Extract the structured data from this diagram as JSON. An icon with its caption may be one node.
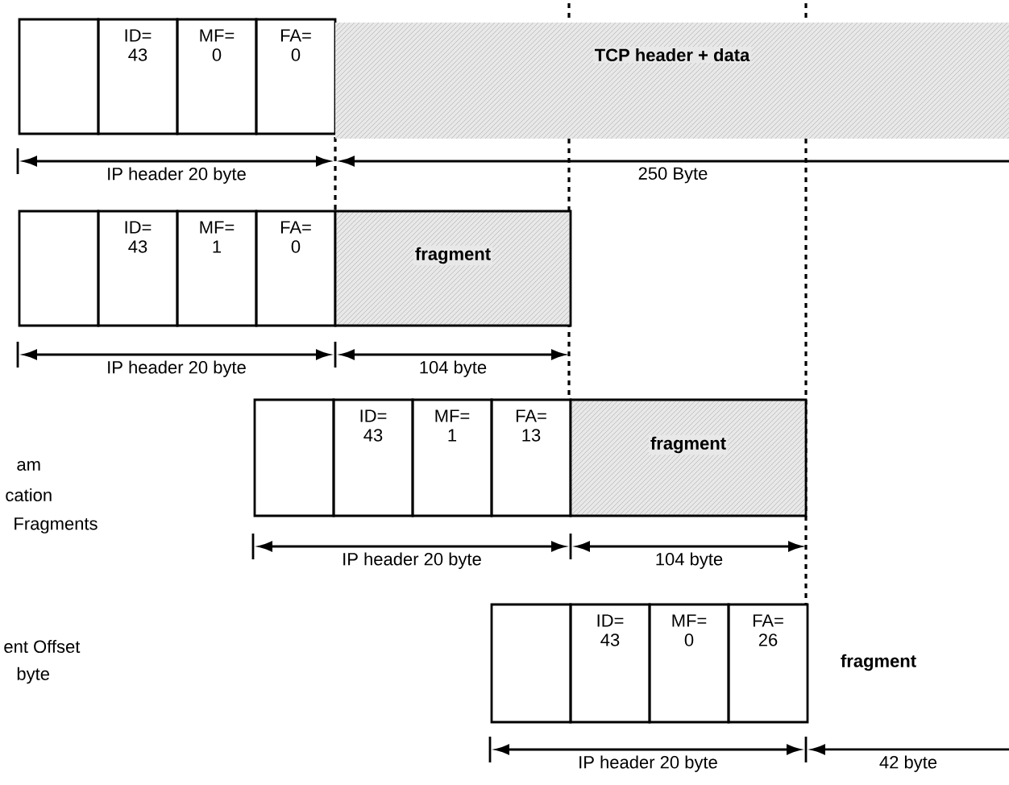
{
  "diagram": {
    "nodes": [
      {
        "text": [],
        "shape": "box"
      },
      {
        "text": [
          "ID= 43"
        ]
      },
      {
        "text": [
          "MF= 0"
        ]
      },
      {
        "text": [
          "FA= 0"
        ]
      },
      {
        "text": [
          "TCP header + data"
        ]
      },
      {
        "text": [],
        "shape": "box"
      },
      {
        "text": [
          "ID= 43"
        ]
      },
      {
        "text": [
          "MF= 1"
        ]
      },
      {
        "text": [
          "FA= 0"
        ]
      },
      {
        "text": [
          "fragment"
        ]
      },
      {
        "text": [],
        "shape": "box"
      },
      {
        "text": [
          "ID= 43"
        ]
      },
      {
        "text": [
          "MF= 1"
        ]
      },
      {
        "text": [
          "FA= 13"
        ]
      },
      {
        "text": [
          "fragment"
        ]
      },
      {
        "text": [],
        "shape": "box"
      },
      {
        "text": [
          "ID= 43"
        ]
      },
      {
        "text": [
          "MF= 0"
        ]
      },
      {
        "text": [
          "FA= 26"
        ]
      }
    ],
    "labels": [
      "IP header 20 byte",
      "250 Byte",
      "IP header 20 byte",
      "104 byte",
      "IP header 20 byte",
      "104 byte",
      "fragment",
      "IP header 20 byte",
      "42 byte",
      "am",
      "cation",
      "Fragments",
      "ent Offset",
      "byte"
    ]
  }
}
